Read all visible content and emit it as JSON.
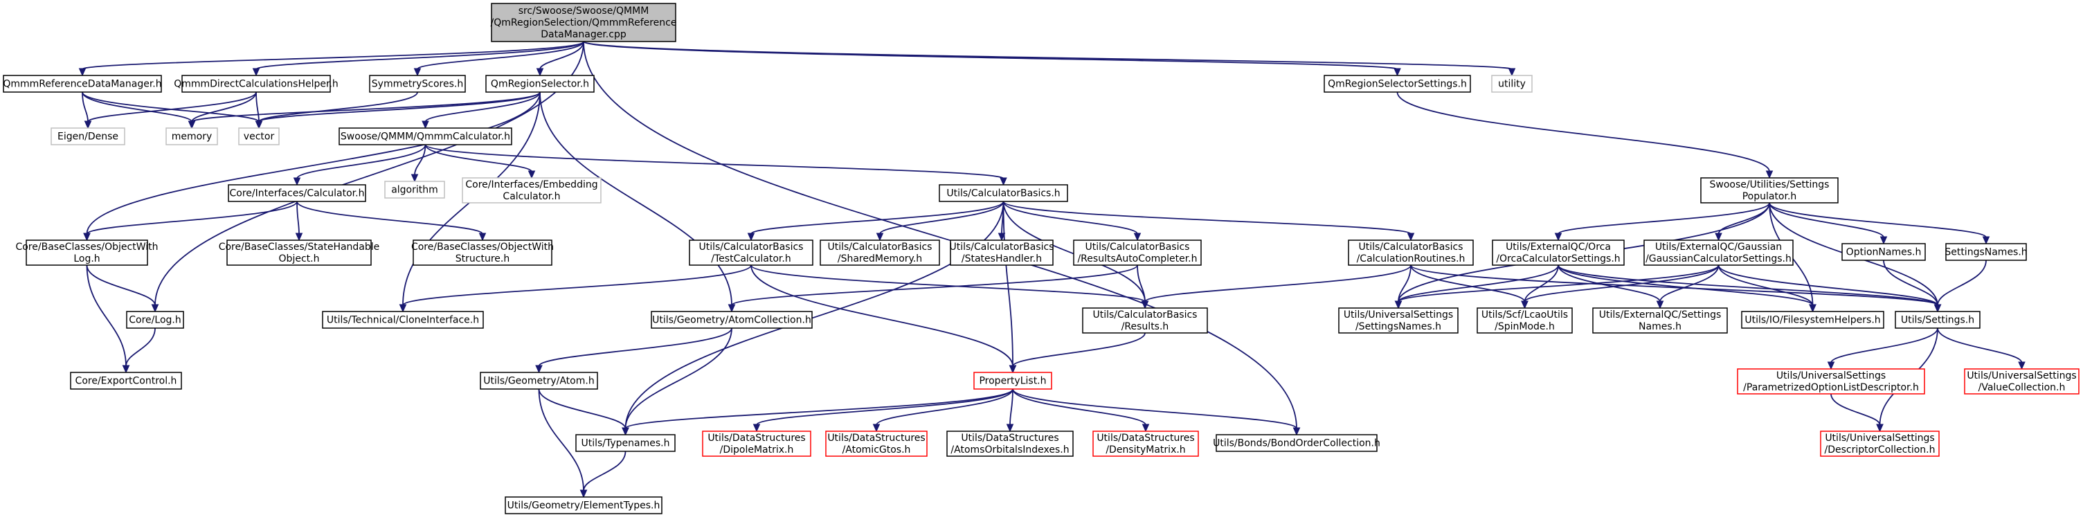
{
  "colors": {
    "edge": "#191970",
    "normal_border": "#000000",
    "missing_border": "#bfbfbf",
    "error_border": "#ff0000",
    "root_fill": "#bfbfbf",
    "node_fill": "#ffffff"
  },
  "nodes": [
    {
      "id": "root",
      "lines": [
        "src/Swoose/Swoose/QMMM",
        "/QmRegionSelection/QmmmReference",
        "DataManager.cpp"
      ],
      "style": "root"
    },
    {
      "id": "qrdm",
      "lines": [
        "QmmmReferenceDataManager.h"
      ],
      "style": "normal"
    },
    {
      "id": "qdch",
      "lines": [
        "QmmmDirectCalculationsHelper.h"
      ],
      "style": "normal"
    },
    {
      "id": "symm",
      "lines": [
        "SymmetryScores.h"
      ],
      "style": "normal"
    },
    {
      "id": "qrs",
      "lines": [
        "QmRegionSelector.h"
      ],
      "style": "normal"
    },
    {
      "id": "qrss",
      "lines": [
        "QmRegionSelectorSettings.h"
      ],
      "style": "normal"
    },
    {
      "id": "utility",
      "lines": [
        "utility"
      ],
      "style": "missing"
    },
    {
      "id": "eigen",
      "lines": [
        "Eigen/Dense"
      ],
      "style": "missing"
    },
    {
      "id": "memory",
      "lines": [
        "memory"
      ],
      "style": "missing"
    },
    {
      "id": "vector",
      "lines": [
        "vector"
      ],
      "style": "missing"
    },
    {
      "id": "qmmmcalc",
      "lines": [
        "Swoose/QMMM/QmmmCalculator.h"
      ],
      "style": "normal"
    },
    {
      "id": "algorithm",
      "lines": [
        "algorithm"
      ],
      "style": "missing"
    },
    {
      "id": "embcalc",
      "lines": [
        "Core/Interfaces/Embedding",
        "Calculator.h"
      ],
      "style": "missing"
    },
    {
      "id": "calcbasics",
      "lines": [
        "Utils/CalculatorBasics.h"
      ],
      "style": "normal"
    },
    {
      "id": "settpop",
      "lines": [
        "Swoose/Utilities/Settings",
        "Populator.h"
      ],
      "style": "normal"
    },
    {
      "id": "icalc",
      "lines": [
        "Core/Interfaces/Calculator.h"
      ],
      "style": "normal"
    },
    {
      "id": "owlog",
      "lines": [
        "Core/BaseClasses/ObjectWith",
        "Log.h"
      ],
      "style": "normal"
    },
    {
      "id": "statehandable",
      "lines": [
        "Core/BaseClasses/StateHandable",
        "Object.h"
      ],
      "style": "normal"
    },
    {
      "id": "owstruct",
      "lines": [
        "Core/BaseClasses/ObjectWith",
        "Structure.h"
      ],
      "style": "normal"
    },
    {
      "id": "testcalc",
      "lines": [
        "Utils/CalculatorBasics",
        "/TestCalculator.h"
      ],
      "style": "normal"
    },
    {
      "id": "sharedmem",
      "lines": [
        "Utils/CalculatorBasics",
        "/SharedMemory.h"
      ],
      "style": "normal"
    },
    {
      "id": "stateshandler",
      "lines": [
        "Utils/CalculatorBasics",
        "/StatesHandler.h"
      ],
      "style": "normal"
    },
    {
      "id": "resauto",
      "lines": [
        "Utils/CalculatorBasics",
        "/ResultsAutoCompleter.h"
      ],
      "style": "normal"
    },
    {
      "id": "calcroutines",
      "lines": [
        "Utils/CalculatorBasics",
        "/CalculationRoutines.h"
      ],
      "style": "normal"
    },
    {
      "id": "orcasett",
      "lines": [
        "Utils/ExternalQC/Orca",
        "/OrcaCalculatorSettings.h"
      ],
      "style": "normal"
    },
    {
      "id": "gausssett",
      "lines": [
        "Utils/ExternalQC/Gaussian",
        "/GaussianCalculatorSettings.h"
      ],
      "style": "normal"
    },
    {
      "id": "optnames",
      "lines": [
        "OptionNames.h"
      ],
      "style": "normal"
    },
    {
      "id": "settnames",
      "lines": [
        "SettingsNames.h"
      ],
      "style": "normal"
    },
    {
      "id": "log",
      "lines": [
        "Core/Log.h"
      ],
      "style": "normal"
    },
    {
      "id": "clone",
      "lines": [
        "Utils/Technical/CloneInterface.h"
      ],
      "style": "normal"
    },
    {
      "id": "atomcoll",
      "lines": [
        "Utils/Geometry/AtomCollection.h"
      ],
      "style": "normal"
    },
    {
      "id": "results",
      "lines": [
        "Utils/CalculatorBasics",
        "/Results.h"
      ],
      "style": "normal"
    },
    {
      "id": "usettnames",
      "lines": [
        "Utils/UniversalSettings",
        "/SettingsNames.h"
      ],
      "style": "normal"
    },
    {
      "id": "spinmode",
      "lines": [
        "Utils/Scf/LcaoUtils",
        "/SpinMode.h"
      ],
      "style": "normal"
    },
    {
      "id": "extsettnames",
      "lines": [
        "Utils/ExternalQC/Settings",
        "Names.h"
      ],
      "style": "normal"
    },
    {
      "id": "fshelpers",
      "lines": [
        "Utils/IO/FilesystemHelpers.h"
      ],
      "style": "normal"
    },
    {
      "id": "settings",
      "lines": [
        "Utils/Settings.h"
      ],
      "style": "normal"
    },
    {
      "id": "exportctrl",
      "lines": [
        "Core/ExportControl.h"
      ],
      "style": "normal"
    },
    {
      "id": "atom",
      "lines": [
        "Utils/Geometry/Atom.h"
      ],
      "style": "normal"
    },
    {
      "id": "proplist",
      "lines": [
        "PropertyList.h"
      ],
      "style": "error"
    },
    {
      "id": "paramopt",
      "lines": [
        "Utils/UniversalSettings",
        "/ParametrizedOptionListDescriptor.h"
      ],
      "style": "error"
    },
    {
      "id": "valcoll",
      "lines": [
        "Utils/UniversalSettings",
        "/ValueCollection.h"
      ],
      "style": "error"
    },
    {
      "id": "typenames",
      "lines": [
        "Utils/Typenames.h"
      ],
      "style": "normal"
    },
    {
      "id": "dipole",
      "lines": [
        "Utils/DataStructures",
        "/DipoleMatrix.h"
      ],
      "style": "error"
    },
    {
      "id": "atomicgtos",
      "lines": [
        "Utils/DataStructures",
        "/AtomicGtos.h"
      ],
      "style": "error"
    },
    {
      "id": "aoidx",
      "lines": [
        "Utils/DataStructures",
        "/AtomsOrbitalsIndexes.h"
      ],
      "style": "normal"
    },
    {
      "id": "density",
      "lines": [
        "Utils/DataStructures",
        "/DensityMatrix.h"
      ],
      "style": "error"
    },
    {
      "id": "bondorder",
      "lines": [
        "Utils/Bonds/BondOrderCollection.h"
      ],
      "style": "normal"
    },
    {
      "id": "desccoll",
      "lines": [
        "Utils/UniversalSettings",
        "/DescriptorCollection.h"
      ],
      "style": "error"
    },
    {
      "id": "elemtypes",
      "lines": [
        "Utils/Geometry/ElementTypes.h"
      ],
      "style": "normal"
    }
  ],
  "edges": [
    [
      "root",
      "qrdm"
    ],
    [
      "root",
      "qdch"
    ],
    [
      "root",
      "symm"
    ],
    [
      "root",
      "qrs"
    ],
    [
      "root",
      "qrss"
    ],
    [
      "root",
      "utility"
    ],
    [
      "root",
      "log"
    ],
    [
      "root",
      "bondorder"
    ],
    [
      "qrdm",
      "eigen"
    ],
    [
      "qrdm",
      "memory"
    ],
    [
      "qrdm",
      "vector"
    ],
    [
      "qdch",
      "eigen"
    ],
    [
      "qdch",
      "memory"
    ],
    [
      "qdch",
      "vector"
    ],
    [
      "symm",
      "vector"
    ],
    [
      "qrs",
      "memory"
    ],
    [
      "qrs",
      "vector"
    ],
    [
      "qrs",
      "qmmmcalc"
    ],
    [
      "qrs",
      "owlog"
    ],
    [
      "qrs",
      "atomcoll"
    ],
    [
      "qrs",
      "clone"
    ],
    [
      "qrss",
      "settpop"
    ],
    [
      "qmmmcalc",
      "icalc"
    ],
    [
      "qmmmcalc",
      "algorithm"
    ],
    [
      "qmmmcalc",
      "embcalc"
    ],
    [
      "qmmmcalc",
      "calcbasics"
    ],
    [
      "icalc",
      "owlog"
    ],
    [
      "icalc",
      "statehandable"
    ],
    [
      "icalc",
      "owstruct"
    ],
    [
      "calcbasics",
      "testcalc"
    ],
    [
      "calcbasics",
      "sharedmem"
    ],
    [
      "calcbasics",
      "stateshandler"
    ],
    [
      "calcbasics",
      "resauto"
    ],
    [
      "calcbasics",
      "calcroutines"
    ],
    [
      "calcbasics",
      "results"
    ],
    [
      "calcbasics",
      "proplist"
    ],
    [
      "calcbasics",
      "typenames"
    ],
    [
      "settpop",
      "usettnames"
    ],
    [
      "settpop",
      "orcasett"
    ],
    [
      "settpop",
      "gausssett"
    ],
    [
      "settpop",
      "optnames"
    ],
    [
      "settpop",
      "settnames"
    ],
    [
      "settpop",
      "fshelpers"
    ],
    [
      "settpop",
      "settings"
    ],
    [
      "owlog",
      "log"
    ],
    [
      "owlog",
      "exportctrl"
    ],
    [
      "log",
      "exportctrl"
    ],
    [
      "testcalc",
      "clone"
    ],
    [
      "testcalc",
      "results"
    ],
    [
      "testcalc",
      "proplist"
    ],
    [
      "resauto",
      "results"
    ],
    [
      "resauto",
      "atomcoll"
    ],
    [
      "calcroutines",
      "results"
    ],
    [
      "calcroutines",
      "usettnames"
    ],
    [
      "calcroutines",
      "spinmode"
    ],
    [
      "calcroutines",
      "settings"
    ],
    [
      "orcasett",
      "usettnames"
    ],
    [
      "orcasett",
      "spinmode"
    ],
    [
      "orcasett",
      "extsettnames"
    ],
    [
      "orcasett",
      "fshelpers"
    ],
    [
      "orcasett",
      "settings"
    ],
    [
      "gausssett",
      "usettnames"
    ],
    [
      "gausssett",
      "spinmode"
    ],
    [
      "gausssett",
      "extsettnames"
    ],
    [
      "gausssett",
      "fshelpers"
    ],
    [
      "gausssett",
      "settings"
    ],
    [
      "optnames",
      "settings"
    ],
    [
      "settnames",
      "settings"
    ],
    [
      "atomcoll",
      "atom"
    ],
    [
      "atomcoll",
      "typenames"
    ],
    [
      "atom",
      "typenames"
    ],
    [
      "atom",
      "elemtypes"
    ],
    [
      "results",
      "proplist"
    ],
    [
      "proplist",
      "typenames"
    ],
    [
      "proplist",
      "dipole"
    ],
    [
      "proplist",
      "atomicgtos"
    ],
    [
      "proplist",
      "aoidx"
    ],
    [
      "proplist",
      "density"
    ],
    [
      "proplist",
      "bondorder"
    ],
    [
      "settings",
      "paramopt"
    ],
    [
      "settings",
      "valcoll"
    ],
    [
      "settings",
      "desccoll"
    ],
    [
      "paramopt",
      "desccoll"
    ],
    [
      "typenames",
      "elemtypes"
    ]
  ]
}
